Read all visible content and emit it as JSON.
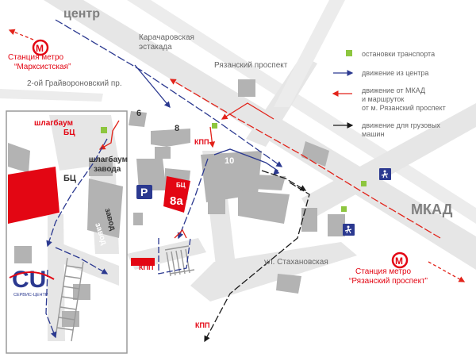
{
  "labels": {
    "center": "центр",
    "mkad": "МКАД",
    "karach_1": "Карачаровская",
    "karach_2": "эстакада",
    "ryazansky_prospect": "Рязанский проспект",
    "graivoronovsky": "2-ой Грайвороновский пр.",
    "stakhanovskaya": "ул. Стахановская",
    "metro_mark_1": "Станция метро",
    "metro_mark_2": "“Марксистская”",
    "metro_ryaz_1": "Станция метро",
    "metro_ryaz_2": "“Рязанский проспект”",
    "shlagbaum_bc_1": "шлагбаум",
    "shlagbaum_bc_2": "БЦ",
    "shlagbaum_zavod_1": "шлагбаум",
    "shlagbaum_zavod_2": "завода",
    "bc_main": "БЦ",
    "bc_small": "БЦ",
    "zavod_inset": "завод",
    "zavod_main": "завод",
    "kpp_1": "КПП",
    "kpp_2": "КПП",
    "kpp_3": "КПП",
    "parking": "P",
    "bldg_6": "6",
    "bldg_8": "8",
    "bldg_8a": "8а",
    "bldg_10": "10",
    "logo_text": "СЕРВИС-ЦЕНТР",
    "metro_symbol": "М"
  },
  "legend": {
    "stops": "остановки транспорта",
    "from_center": "движение из центра",
    "from_mkad_1": "движение от МКАД",
    "from_mkad_2": "и маршруток",
    "from_mkad_3": "от м. Рязанский проспект",
    "trucks_1": "движение для грузовых",
    "trucks_2": "машин"
  },
  "colors": {
    "road": "#e6e6e6",
    "building": "#b3b3b3",
    "bc": "#e30613",
    "arrow_blue": "#2b3990",
    "arrow_red": "#e2231a",
    "arrow_black": "#1a1a1a",
    "stop": "#8dc63f",
    "parking": "#2b3990",
    "text": "#666666",
    "metro": "#e30613"
  },
  "icons": [
    "metro-icon",
    "pedestrian-crossing-icon",
    "parking-icon",
    "railway-icon",
    "logo-icon"
  ]
}
